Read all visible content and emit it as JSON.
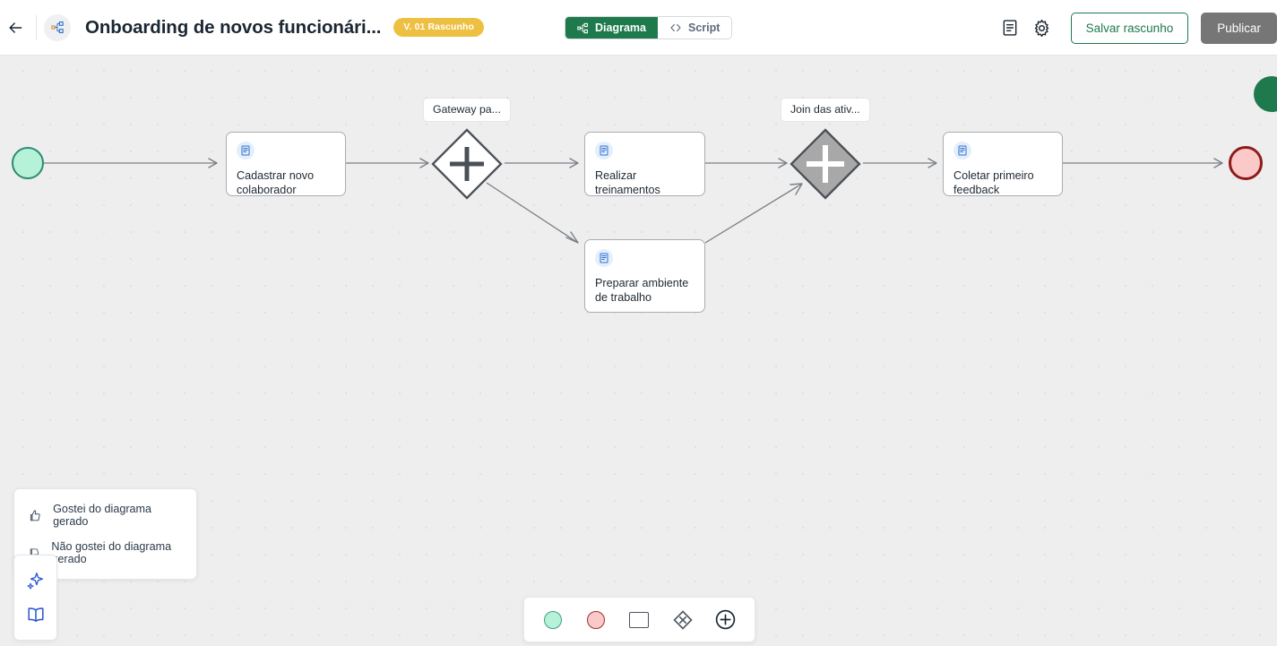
{
  "header": {
    "back_icon": "arrow-left-icon",
    "avatar_icon": "sitemap-icon",
    "title": "Onboarding de novos funcionári...",
    "version_badge": "V. 01 Rascunho",
    "tabs": [
      {
        "label": "Diagrama",
        "icon": "sitemap-icon",
        "active": true
      },
      {
        "label": "Script",
        "icon": "code-brackets-icon",
        "active": false
      }
    ],
    "notes_icon": "document-notes-icon",
    "settings_icon": "gear-icon",
    "save_label": "Salvar rascunho",
    "publish_label": "Publicar",
    "accent_green": "#1e7a4d",
    "badge_yellow": "#edc042",
    "publish_grey": "#767676"
  },
  "canvas": {
    "background": "#eeeeee",
    "fab_icon": "add-fab-icon",
    "events": [
      {
        "name": "start-event",
        "type": "start",
        "fill": "#b6f2d8",
        "stroke": "#2a8a74"
      },
      {
        "name": "end-event",
        "type": "end",
        "fill": "#fcc9c9",
        "stroke": "#8f1a1a"
      }
    ],
    "gateways": [
      {
        "name": "split-gateway",
        "label": "Gateway pa...",
        "type": "parallel",
        "selected": false
      },
      {
        "name": "join-gateway",
        "label": "Join das ativ...",
        "type": "parallel",
        "selected": true
      }
    ],
    "tasks": [
      {
        "name": "task-cadastrar",
        "label": "Cadastrar novo colaborador",
        "icon": "form-task-icon"
      },
      {
        "name": "task-treinamentos",
        "label": "Realizar treinamentos",
        "icon": "form-task-icon"
      },
      {
        "name": "task-preparar",
        "label": "Preparar ambiente de trabalho",
        "icon": "form-task-icon"
      },
      {
        "name": "task-feedback",
        "label": "Coletar primeiro feedback",
        "icon": "form-task-icon"
      }
    ]
  },
  "feedback_menu": {
    "items": [
      {
        "label": "Gostei do diagrama gerado",
        "icon": "thumbs-up-icon"
      },
      {
        "label": "Não gostei do diagrama gerado",
        "icon": "thumbs-down-icon"
      }
    ]
  },
  "left_tools": [
    {
      "name": "ai-sparkles-button",
      "icon": "sparkles-icon"
    },
    {
      "name": "documentation-button",
      "icon": "book-icon"
    }
  ],
  "palette": [
    {
      "name": "palette-start-event",
      "icon": "start-event-icon"
    },
    {
      "name": "palette-end-event",
      "icon": "end-event-icon"
    },
    {
      "name": "palette-task",
      "icon": "task-square-icon"
    },
    {
      "name": "palette-gateway",
      "icon": "gateway-diamond-icon"
    },
    {
      "name": "palette-add",
      "icon": "plus-circle-icon"
    }
  ]
}
